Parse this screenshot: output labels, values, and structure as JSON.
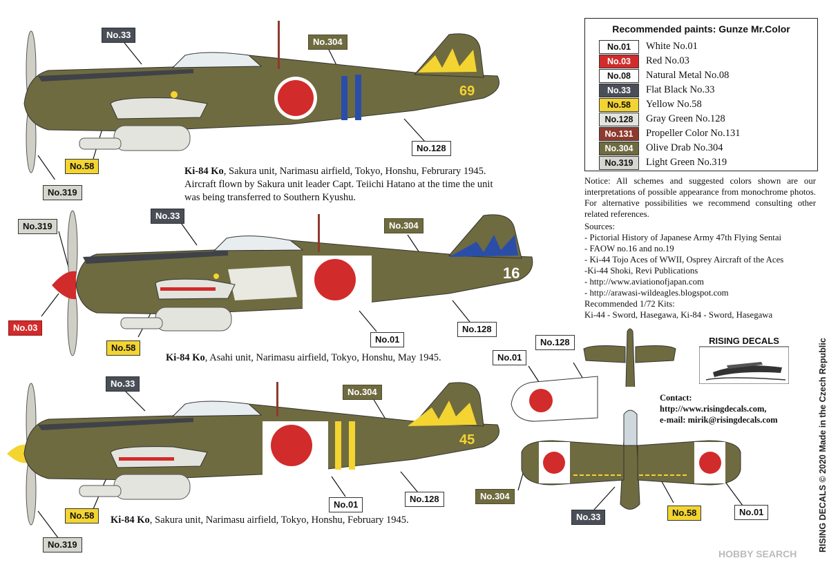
{
  "legend": {
    "title": "Recommended paints: Gunze Mr.Color",
    "items": [
      {
        "code": "No.01",
        "name": "White No.01",
        "color": "#ffffff",
        "text": "#111111"
      },
      {
        "code": "No.03",
        "name": "Red No.03",
        "color": "#d22b2b",
        "text": "#ffffff"
      },
      {
        "code": "No.08",
        "name": "Natural Metal No.08",
        "color": "#ffffff",
        "text": "#111111"
      },
      {
        "code": "No.33",
        "name": "Flat Black No.33",
        "color": "#4a4f57",
        "text": "#ffffff"
      },
      {
        "code": "No.58",
        "name": "Yellow No.58",
        "color": "#f3d431",
        "text": "#111111"
      },
      {
        "code": "No.128",
        "name": "Gray Green No.128",
        "color": "#e4e4de",
        "text": "#111111"
      },
      {
        "code": "No.131",
        "name": "Propeller Color No.131",
        "color": "#8e3a2e",
        "text": "#ffffff"
      },
      {
        "code": "No.304",
        "name": "Olive Drab No.304",
        "color": "#6f6b40",
        "text": "#ffffff"
      },
      {
        "code": "No.319",
        "name": "Light Green No.319",
        "color": "#d6d6cf",
        "text": "#111111"
      }
    ]
  },
  "notice": "Notice: All schemes and suggested colors shown are our interpretations of possible appearance from monochrome photos. For alternative possibilities we recommend consulting other related references.",
  "sources_title": "Sources:",
  "sources": [
    "- Pictorial History of Japanese Army 47th Flying Sentai",
    "- FAOW no.16 and no.19",
    "- Ki-44 Tojo Aces of WWII, Osprey Aircraft of the Aces",
    "-Ki-44 Shoki, Revi Publications",
    "- http://www.aviationofjapan.com",
    "- http://arawasi-wildeagles.blogspot.com"
  ],
  "kits_title": "Recommended 1/72 Kits:",
  "kits": "Ki-44 - Sword, Hasegawa, Ki-84 - Sword, Hasegawa",
  "contact": {
    "title": "Contact:",
    "web": "http://www.risingdecals.com,",
    "email": "e-mail: mirik@risingdecals.com"
  },
  "logo_text": "RISING DECALS",
  "vertical_text": "RISING DECALS © 2020 Made in the Czech Republic",
  "watermark": "HOBBY SEARCH",
  "profiles": [
    {
      "caption_bold": "Ki-84 Ko",
      "caption": ", Sakura unit, Narimasu airfield, Tokyo, Honshu, Februrary 1945.",
      "caption_2": "Aircraft flown by Sakura unit leader Capt. Teiichi Hatano at the time the unit",
      "caption_3": "was being transferred to Southern Kyushu.",
      "tail_number": "69",
      "labels": [
        "No.33",
        "No.304",
        "No.128",
        "No.58",
        "No.319"
      ]
    },
    {
      "caption_bold": "Ki-84 Ko",
      "caption": ", Asahi unit, Narimasu airfield, Tokyo, Honshu, May 1945.",
      "tail_number": "16",
      "labels": [
        "No.319",
        "No.33",
        "No.304",
        "No.03",
        "No.58",
        "No.01",
        "No.128"
      ]
    },
    {
      "caption_bold": "Ki-84 Ko",
      "caption": ", Sakura unit, Narimasu airfield, Tokyo, Honshu, February 1945.",
      "tail_number": "45",
      "labels": [
        "No.33",
        "No.304",
        "No.58",
        "No.01",
        "No.128",
        "No.319"
      ]
    }
  ],
  "detail_labels": [
    "No.01",
    "No.128"
  ],
  "topview_labels": [
    "No.304",
    "No.33",
    "No.58",
    "No.01"
  ]
}
